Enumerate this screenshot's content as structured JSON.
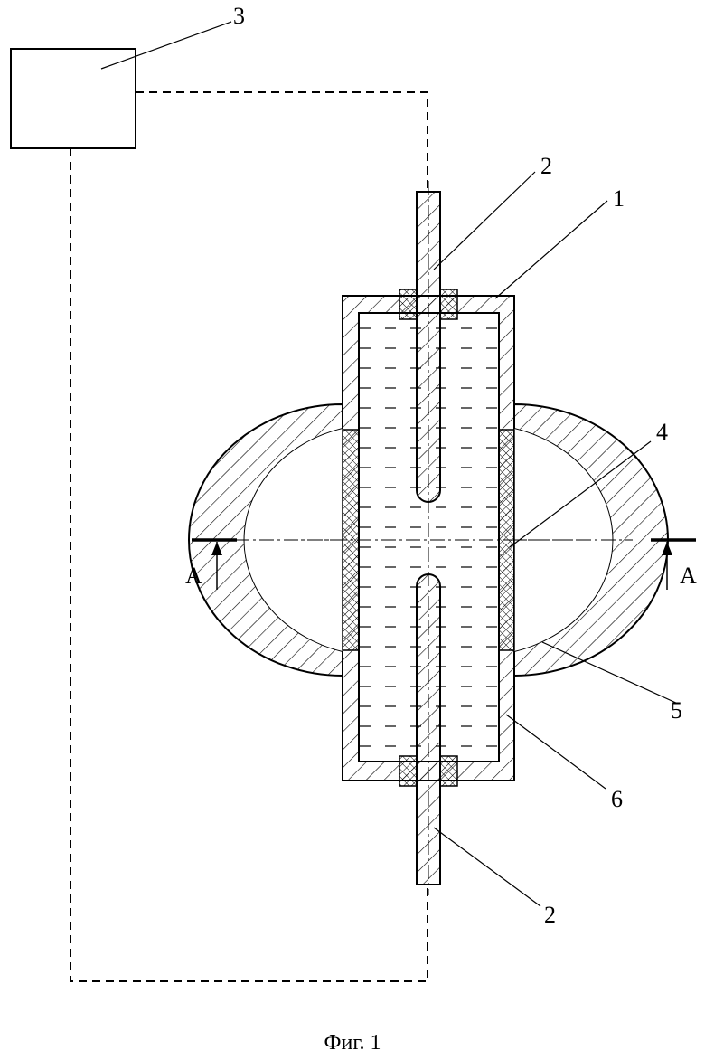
{
  "figure": {
    "caption": "Фиг. 1",
    "labels": {
      "block": "3",
      "electrode_top": "2",
      "electrode_bottom": "2",
      "housing": "1",
      "insert": "4",
      "ring": "5",
      "liquid": "6",
      "section_left": "A",
      "section_right": "A"
    }
  }
}
